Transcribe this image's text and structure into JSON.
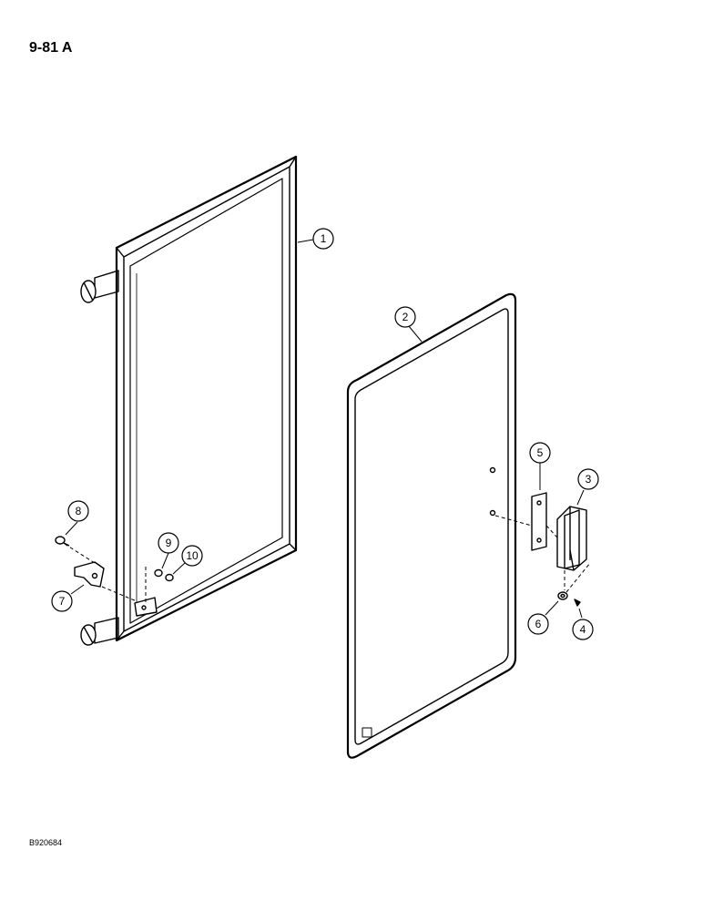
{
  "page_number": "9-81 A",
  "figure_code": "B920684",
  "callouts": [
    {
      "id": "1",
      "label": "1"
    },
    {
      "id": "2",
      "label": "2"
    },
    {
      "id": "3",
      "label": "3"
    },
    {
      "id": "4",
      "label": "4"
    },
    {
      "id": "5",
      "label": "5"
    },
    {
      "id": "6",
      "label": "6"
    },
    {
      "id": "7",
      "label": "7"
    },
    {
      "id": "8",
      "label": "8"
    },
    {
      "id": "9",
      "label": "9"
    },
    {
      "id": "10",
      "label": "10"
    }
  ]
}
